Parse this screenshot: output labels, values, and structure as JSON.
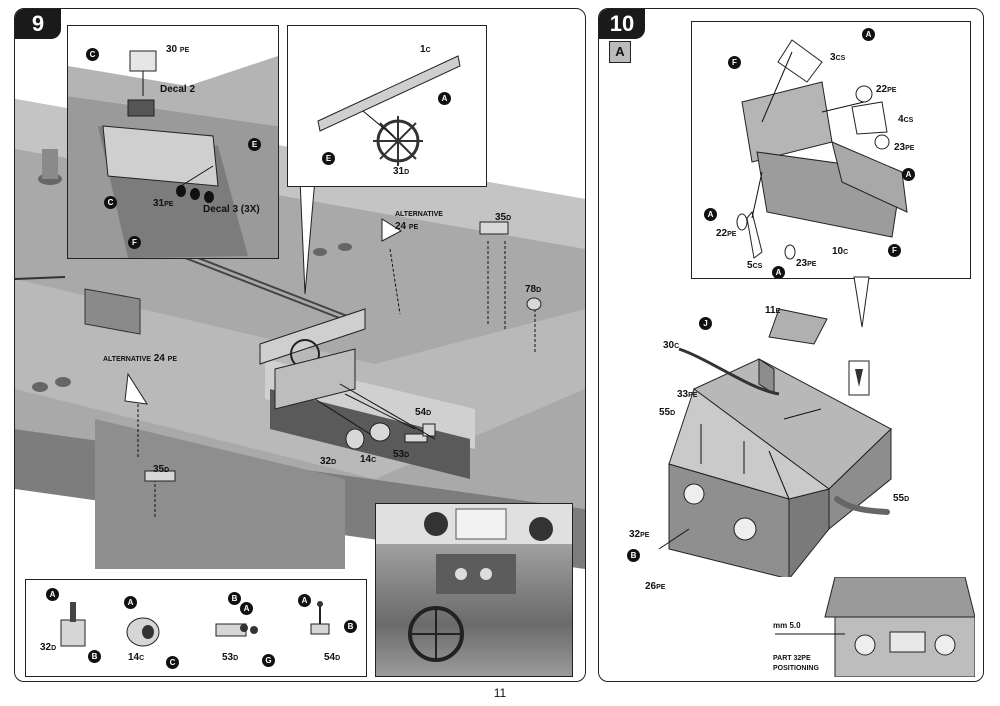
{
  "page_number": "11",
  "step9": {
    "number": "9",
    "inset_top": {
      "labels": {
        "p30pe": "30",
        "decal2": "Decal 2",
        "p31pe": "31",
        "decal3": "Decal 3 (3X)",
        "suffix_pe": "PE"
      },
      "callouts": {
        "c1": "C",
        "e": "E",
        "c2": "C",
        "f": "F"
      }
    },
    "inset_wheel": {
      "p1c": "1",
      "p1c_suffix": "C",
      "p31d": "31",
      "p31d_suffix": "D",
      "callouts": {
        "a": "A",
        "e": "E"
      }
    },
    "main_labels": {
      "alt_top": "Alternative",
      "alt_top_part": "24",
      "alt_left": "Alternative",
      "alt_left_part": "24",
      "p35d_top": "35",
      "p78d": "78",
      "p35d_left": "35",
      "p54d": "54",
      "p32d": "32",
      "p14c": "14",
      "p53d": "53",
      "suffix_pe": "PE",
      "suffix_d": "D",
      "suffix_c": "C"
    },
    "bottom_inset": {
      "items": [
        {
          "part": "32",
          "suffix": "D",
          "callouts": [
            "A",
            "B"
          ]
        },
        {
          "part": "14",
          "suffix": "C",
          "callouts": [
            "A",
            "C"
          ]
        },
        {
          "part": "53",
          "suffix": "D",
          "callouts": [
            "B",
            "A",
            "G"
          ]
        },
        {
          "part": "54",
          "suffix": "D",
          "callouts": [
            "A",
            "B"
          ]
        }
      ]
    }
  },
  "step10": {
    "number": "10",
    "sub_badge": "A",
    "inset_top": {
      "labels": {
        "p3cs": "3",
        "p22pe_a": "22",
        "p4cs": "4",
        "p23pe_a": "23",
        "p22pe_b": "22",
        "p5cs": "5",
        "p23pe_b": "23",
        "p10c": "10",
        "suffix_cs": "CS",
        "suffix_pe": "PE",
        "suffix_c": "C"
      },
      "callouts": {
        "a1": "A",
        "f1": "F",
        "a2": "A",
        "a3": "A",
        "a4": "A",
        "f2": "F"
      }
    },
    "main_labels": {
      "p11e": "11",
      "p11e_suffix": "E",
      "p30c": "30",
      "p33pe": "33",
      "p55d_left": "55",
      "p55d_right": "55",
      "p32pe": "32",
      "p26pe": "26",
      "suffix_c": "C",
      "suffix_pe": "PE",
      "suffix_d": "D",
      "callout_j": "J",
      "callout_b": "B"
    },
    "positioning_inset": {
      "measure": "mm 5.0",
      "caption_line1": "Part 32",
      "caption_suffix": "PE",
      "caption_line2": "Positioning"
    }
  }
}
